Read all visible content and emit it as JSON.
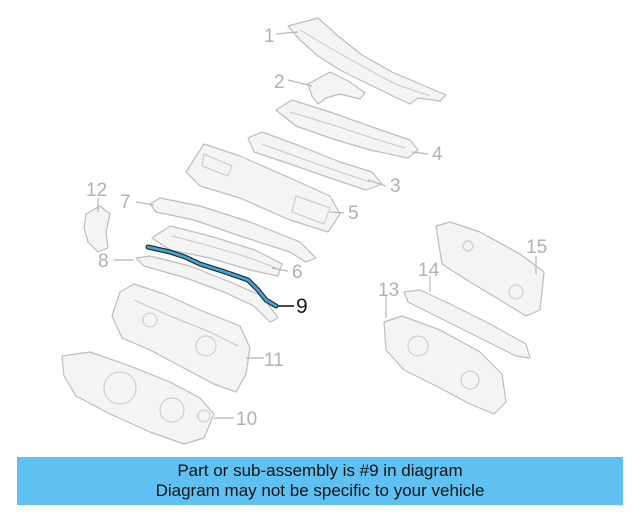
{
  "diagram": {
    "callouts": [
      "1",
      "2",
      "3",
      "4",
      "5",
      "6",
      "8",
      "10",
      "11",
      "12",
      "13",
      "14",
      "15"
    ],
    "highlighted_callout": "9",
    "highlight_color": "#3aa9e0"
  },
  "banner": {
    "line1": "Part or sub-assembly is #9 in diagram",
    "line2": "Diagram may not be specific to your vehicle",
    "background": "#5fc1f2"
  }
}
